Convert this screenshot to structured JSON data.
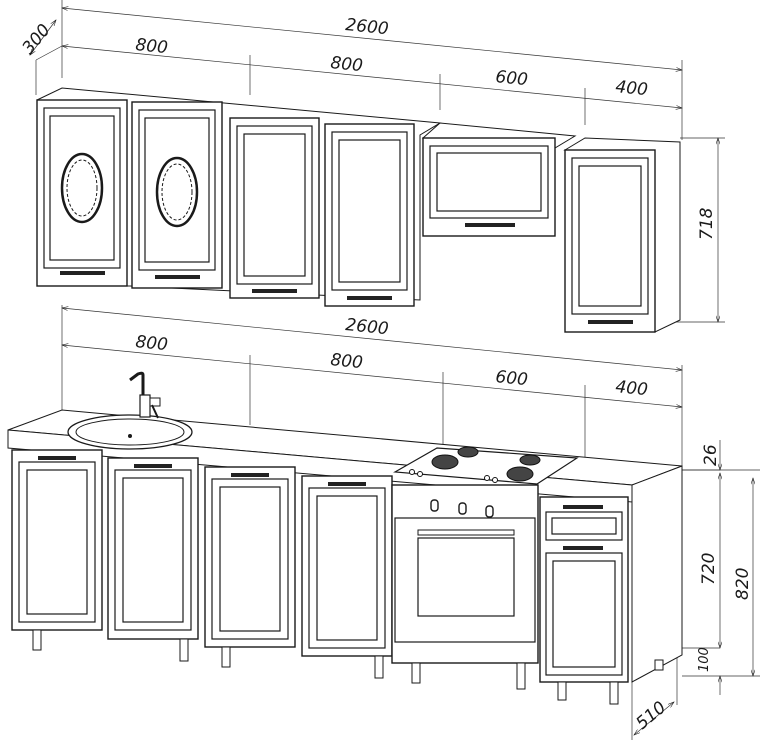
{
  "upper": {
    "total_width": "2600",
    "depth": "300",
    "segments": [
      "800",
      "800",
      "600",
      "400"
    ],
    "height": "718"
  },
  "lower": {
    "total_width": "2600",
    "segments": [
      "800",
      "800",
      "600",
      "400"
    ],
    "countertop": "26",
    "body_height": "720",
    "total_height": "820",
    "leg_height": "100",
    "depth": "510"
  }
}
